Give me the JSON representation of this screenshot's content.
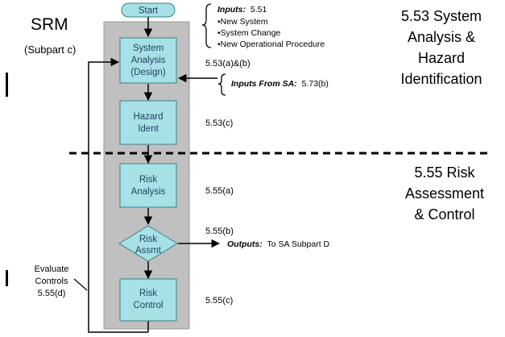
{
  "header": {
    "title": "SRM",
    "subtitle": "(Subpart c)"
  },
  "nodes": {
    "start": "Start",
    "system_analysis_line1": "System",
    "system_analysis_line2": "Analysis",
    "system_analysis_line3": "(Design)",
    "hazard_line1": "Hazard",
    "hazard_line2": "Ident",
    "risk_analysis_line1": "Risk",
    "risk_analysis_line2": "Analysis",
    "risk_assmt_line1": "Risk",
    "risk_assmt_line2": "Assmt",
    "risk_control_line1": "Risk",
    "risk_control_line2": "Control"
  },
  "inputs": {
    "label": "Inputs:",
    "ref": "5.51",
    "items": [
      "•New System",
      "•System Change",
      "•New Operational Procedure"
    ]
  },
  "inputs_from_sa": {
    "label": "Inputs From SA:",
    "ref": "5.73(b)"
  },
  "outputs": {
    "label": "Outputs:",
    "text": "To SA Subpart D"
  },
  "references": {
    "system_analysis": "5.53(a)&(b)",
    "hazard": "5.53(c)",
    "risk_analysis": "5.55(a)",
    "risk_assmt": "5.55(b)",
    "risk_control": "5.55(c)"
  },
  "evaluate": {
    "line1": "Evaluate",
    "line2": "Controls",
    "line3": "5.55(d)"
  },
  "sections": {
    "upper": [
      "5.53 System",
      "Analysis &",
      "Hazard",
      "Identification"
    ],
    "lower": [
      "5.55 Risk",
      "Assessment",
      "& Control"
    ]
  },
  "colors": {
    "panel": "#c0c0c0",
    "node_fill": "#a7e1e6",
    "node_stroke": "#3a7f8a"
  }
}
